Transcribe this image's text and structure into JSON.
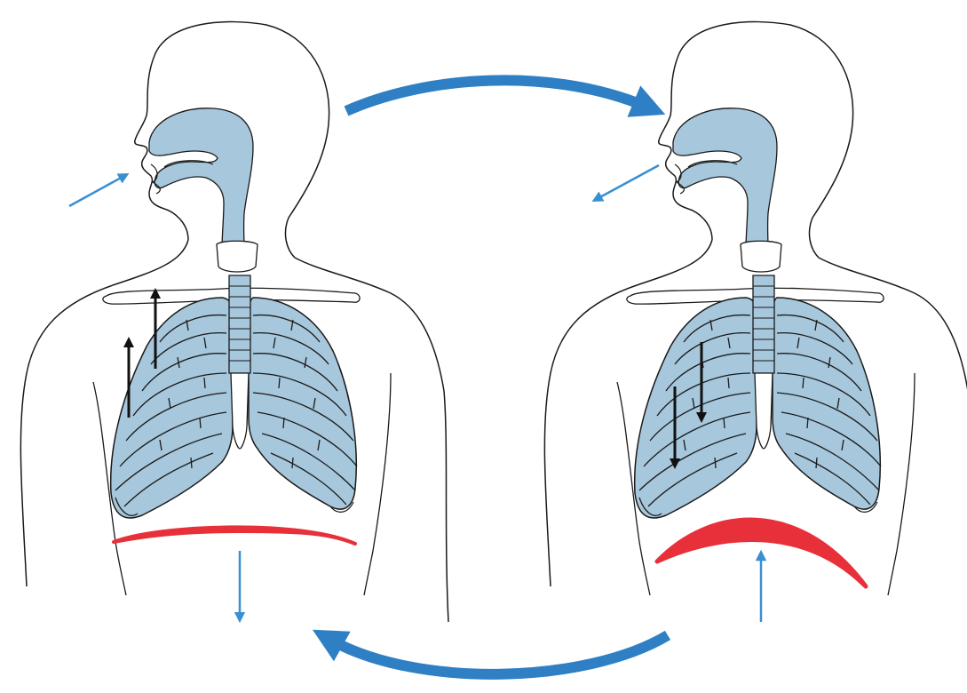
{
  "diagram": {
    "panels": [
      {
        "phase": "inhalation",
        "airflow": "in",
        "rib_motion": "up",
        "diaphragm_motion": "down",
        "diaphragm_shape": "flat"
      },
      {
        "phase": "exhalation",
        "airflow": "out",
        "rib_motion": "down",
        "diaphragm_motion": "up",
        "diaphragm_shape": "dome"
      }
    ],
    "cycle_arrows": [
      {
        "from": "inhalation",
        "to": "exhalation",
        "position": "top"
      },
      {
        "from": "exhalation",
        "to": "inhalation",
        "position": "bottom"
      }
    ]
  },
  "colors": {
    "lung_fill": "#a7c7dc",
    "outline": "#1a1a1a",
    "cycle_arrow": "#2e7fc4",
    "air_arrow": "#3a8fd0",
    "diaphragm": "#e8303a",
    "rib_arrow": "#111111",
    "background": "#ffffff"
  },
  "icons": {
    "cycle_arrow": "curved-arrow-icon",
    "air_arrow": "airflow-arrow-icon",
    "rib_arrow": "rib-motion-arrow-icon",
    "diaphragm_arrow": "diaphragm-motion-arrow-icon"
  }
}
